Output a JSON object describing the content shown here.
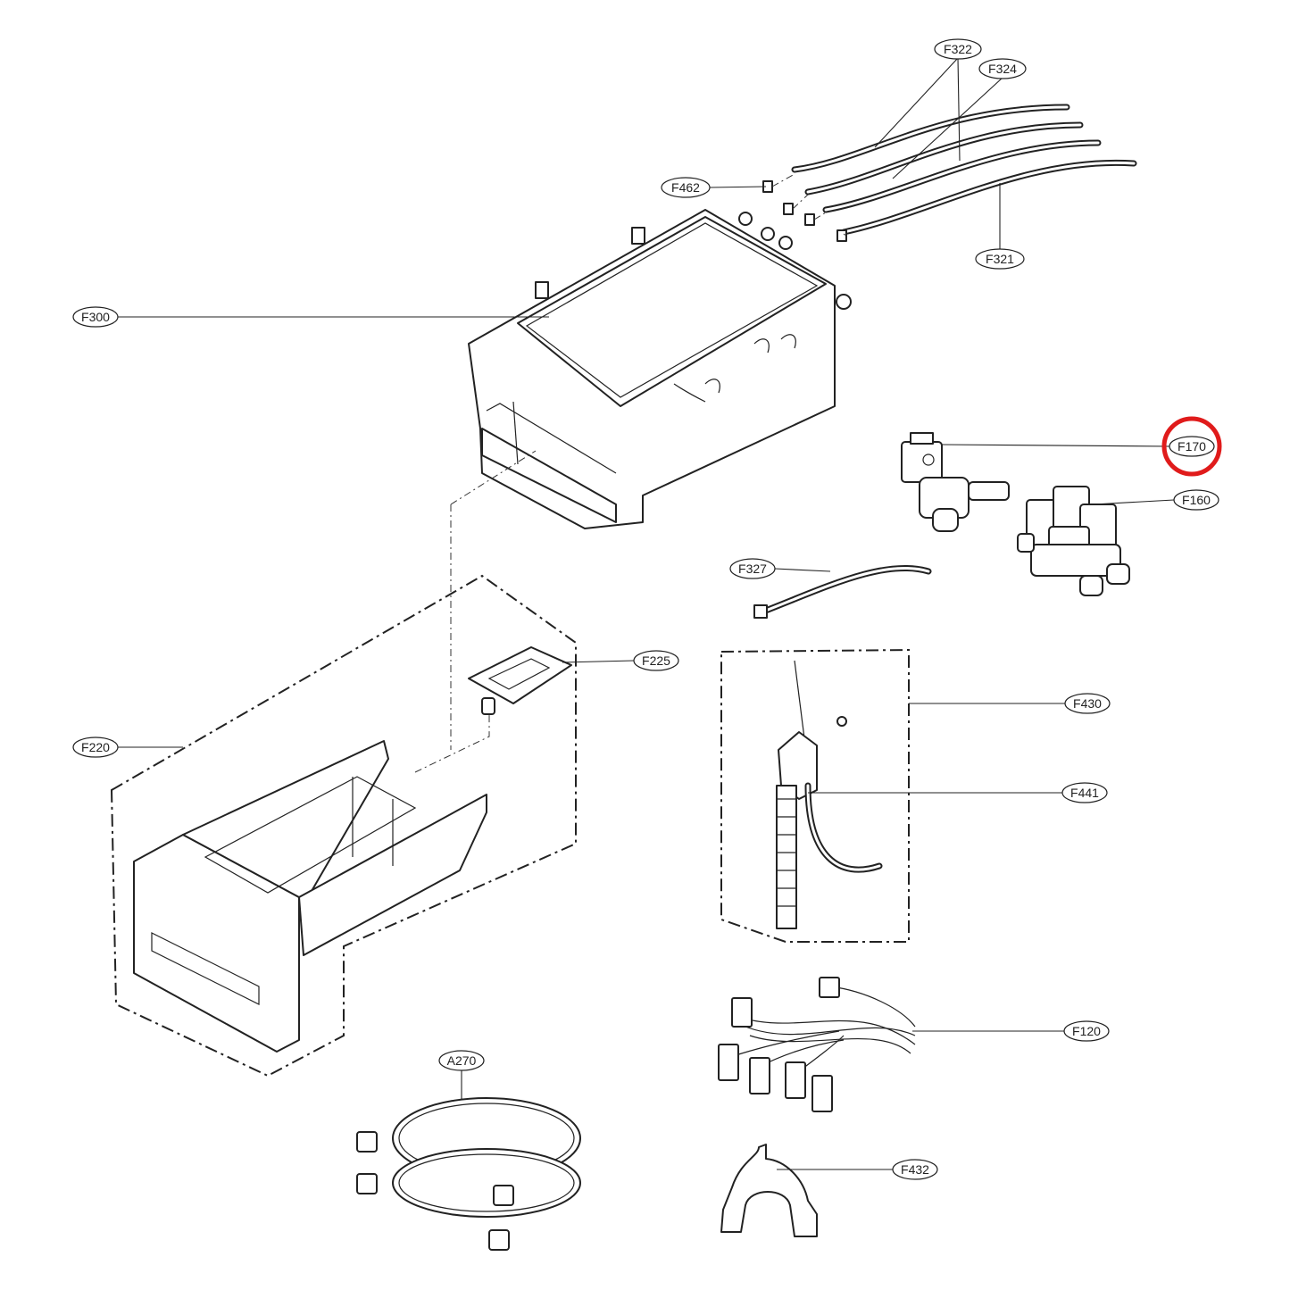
{
  "labels": {
    "F322": "F322",
    "F324": "F324",
    "F462": "F462",
    "F321": "F321",
    "F300": "F300",
    "F170": "F170",
    "F160": "F160",
    "F327": "F327",
    "F225": "F225",
    "F220": "F220",
    "F430": "F430",
    "F441": "F441",
    "F120": "F120",
    "A270": "A270",
    "F432": "F432"
  },
  "highlight": {
    "target": "F170",
    "color": "#e01b1b"
  },
  "colors": {
    "ink": "#222222",
    "background": "#ffffff"
  }
}
